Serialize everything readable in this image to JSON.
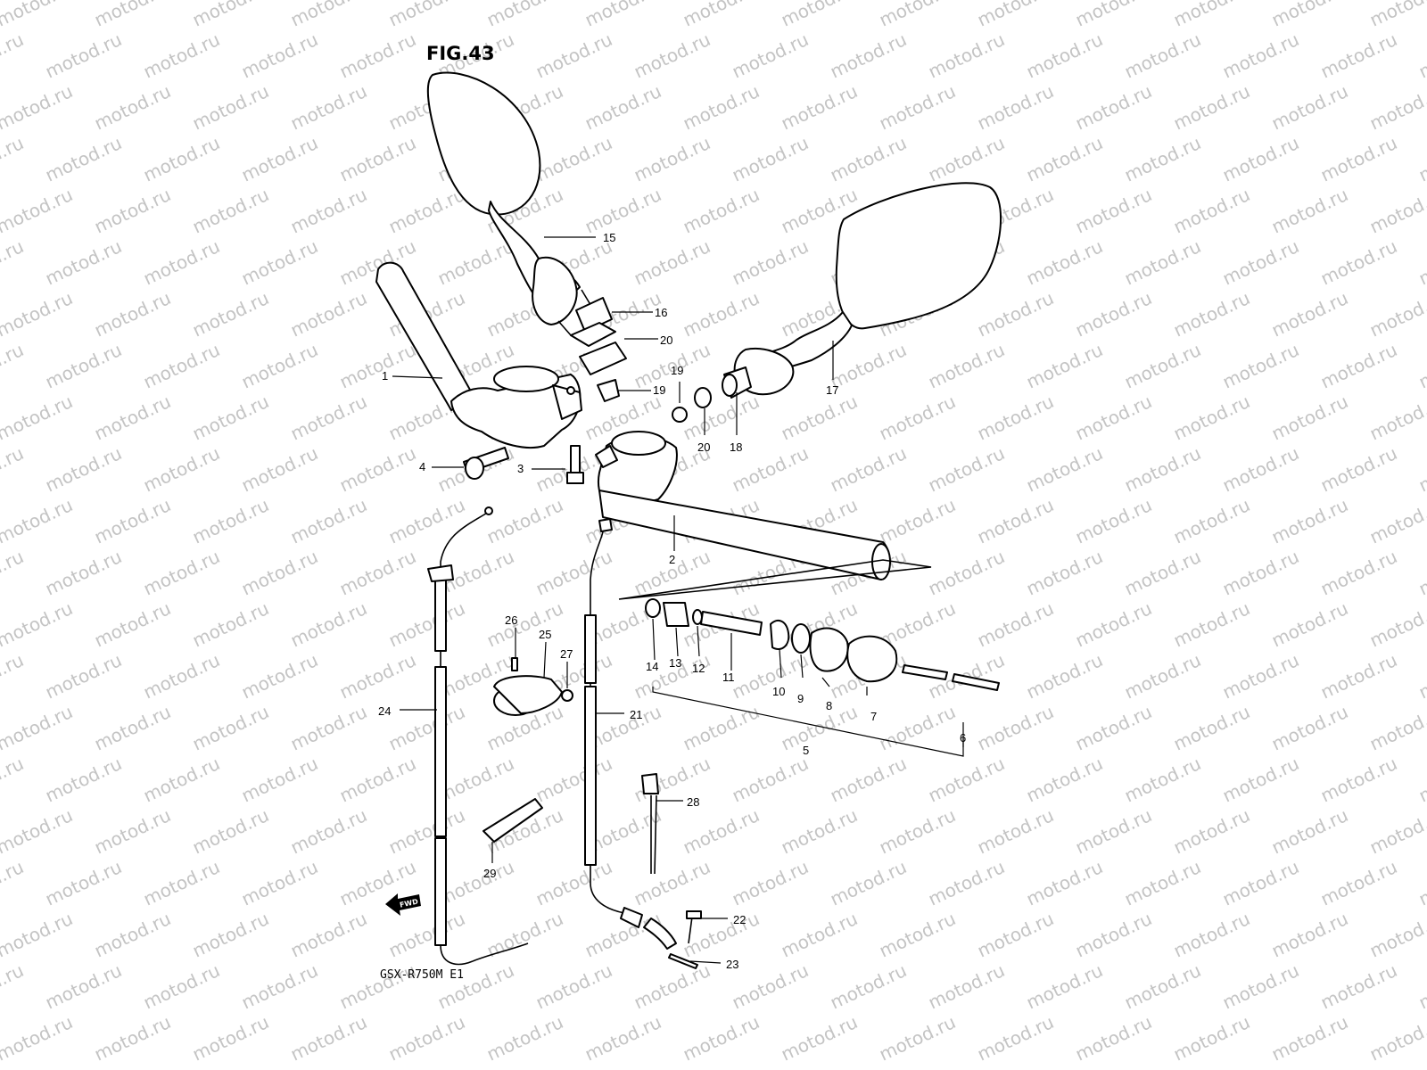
{
  "figure": {
    "title": "FIG.43",
    "model": "GSX-R750M E1",
    "direction_mark": "FWD"
  },
  "watermark": {
    "text": "motod.ru",
    "color": "#c4c4c4"
  },
  "callouts": [
    "1",
    "2",
    "3",
    "4",
    "5",
    "6",
    "7",
    "8",
    "9",
    "10",
    "11",
    "12",
    "13",
    "14",
    "15",
    "16",
    "17",
    "18",
    "19",
    "19",
    "20",
    "20",
    "21",
    "22",
    "23",
    "24",
    "25",
    "26",
    "27",
    "28",
    "29"
  ]
}
